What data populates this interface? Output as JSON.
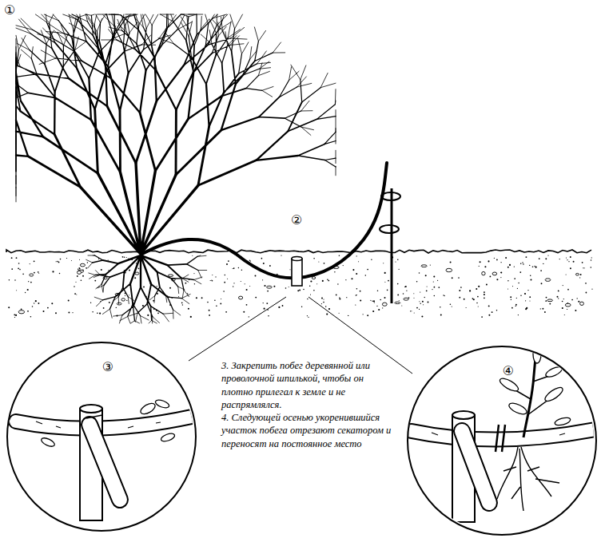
{
  "diagram": {
    "nodes": [
      {
        "text": [
          "③"
        ]
      },
      {
        "text": [
          "④"
        ]
      }
    ],
    "labels": [
      "①",
      "②",
      "3. Закрепить побег деревянной или проволочной шпилькой, чтобы он плотно прилегал к земле и не распрямлялся.",
      "4. Следующей осенью укоренившийся участок побега отрезают секатором и переносят на постоянное место"
    ]
  }
}
